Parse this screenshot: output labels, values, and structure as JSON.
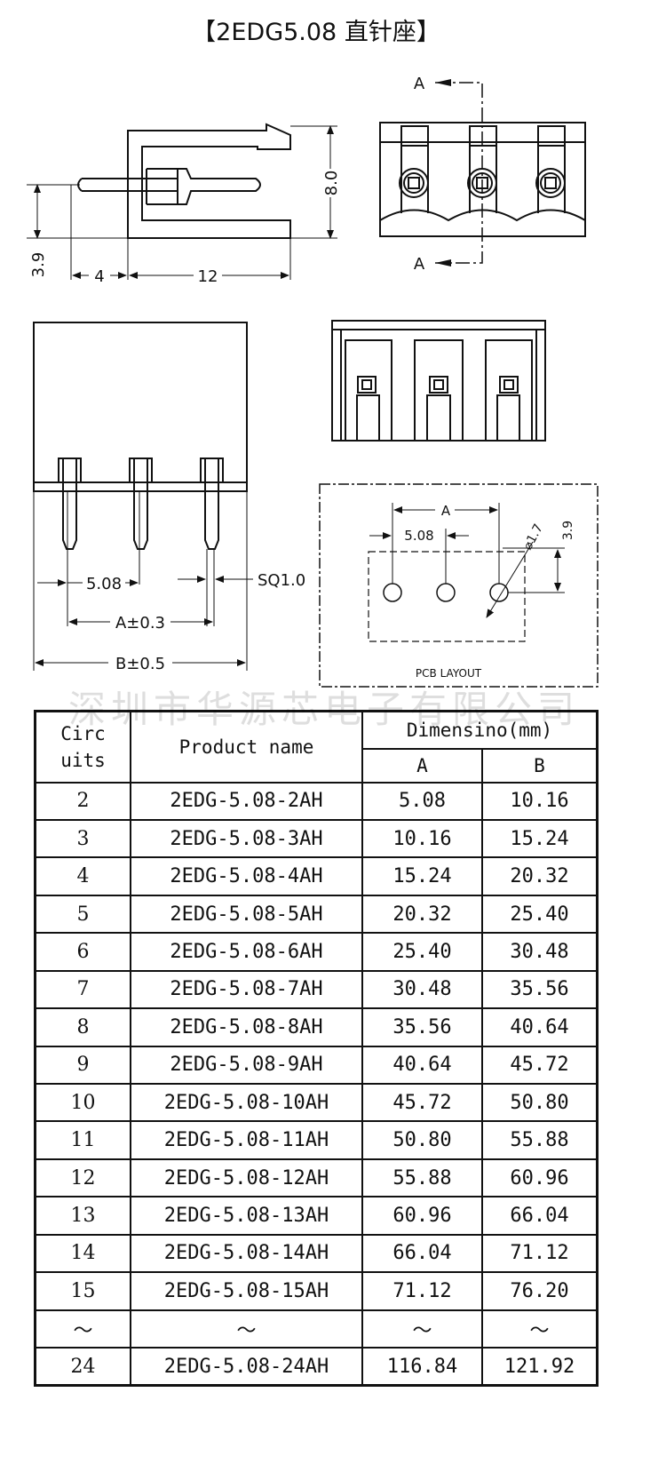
{
  "title": "【2EDG5.08 直针座】",
  "watermark": "深圳市华源芯电子有限公司",
  "side_view": {
    "dim_height": "8.0",
    "dim_pin_offset": "3.9",
    "dim_tail": "4",
    "dim_body": "12"
  },
  "front_view": {
    "section_label_top": "A",
    "section_label_bottom": "A"
  },
  "pin_view": {
    "dim_pitch": "5.08",
    "dim_pin": "SQ1.0",
    "dim_a": "A±0.3",
    "dim_b": "B±0.5"
  },
  "pcb_layout": {
    "label": "PCB LAYOUT",
    "dim_a": "A",
    "dim_pitch": "5.08",
    "dim_hole": "⌀1.7",
    "dim_offset": "3.9"
  },
  "table": {
    "header_circuits": [
      "Circ",
      "uits"
    ],
    "header_product": "Product name",
    "header_dimension": "Dimensino(mm)",
    "header_a": "A",
    "header_b": "B",
    "rows": [
      {
        "circuits": "2",
        "product": "2EDG-5.08-2AH",
        "a": "5.08",
        "b": "10.16"
      },
      {
        "circuits": "3",
        "product": "2EDG-5.08-3AH",
        "a": "10.16",
        "b": "15.24"
      },
      {
        "circuits": "4",
        "product": "2EDG-5.08-4AH",
        "a": "15.24",
        "b": "20.32"
      },
      {
        "circuits": "5",
        "product": "2EDG-5.08-5AH",
        "a": "20.32",
        "b": "25.40"
      },
      {
        "circuits": "6",
        "product": "2EDG-5.08-6AH",
        "a": "25.40",
        "b": "30.48"
      },
      {
        "circuits": "7",
        "product": "2EDG-5.08-7AH",
        "a": "30.48",
        "b": "35.56"
      },
      {
        "circuits": "8",
        "product": "2EDG-5.08-8AH",
        "a": "35.56",
        "b": "40.64"
      },
      {
        "circuits": "9",
        "product": "2EDG-5.08-9AH",
        "a": "40.64",
        "b": "45.72"
      },
      {
        "circuits": "10",
        "product": "2EDG-5.08-10AH",
        "a": "45.72",
        "b": "50.80"
      },
      {
        "circuits": "11",
        "product": "2EDG-5.08-11AH",
        "a": "50.80",
        "b": "55.88"
      },
      {
        "circuits": "12",
        "product": "2EDG-5.08-12AH",
        "a": "55.88",
        "b": "60.96"
      },
      {
        "circuits": "13",
        "product": "2EDG-5.08-13AH",
        "a": "60.96",
        "b": "66.04"
      },
      {
        "circuits": "14",
        "product": "2EDG-5.08-14AH",
        "a": "66.04",
        "b": "71.12"
      },
      {
        "circuits": "15",
        "product": "2EDG-5.08-15AH",
        "a": "71.12",
        "b": "76.20"
      },
      {
        "circuits": "～",
        "product": "～",
        "a": "～",
        "b": "～"
      },
      {
        "circuits": "24",
        "product": "2EDG-5.08-24AH",
        "a": "116.84",
        "b": "121.92"
      }
    ]
  }
}
